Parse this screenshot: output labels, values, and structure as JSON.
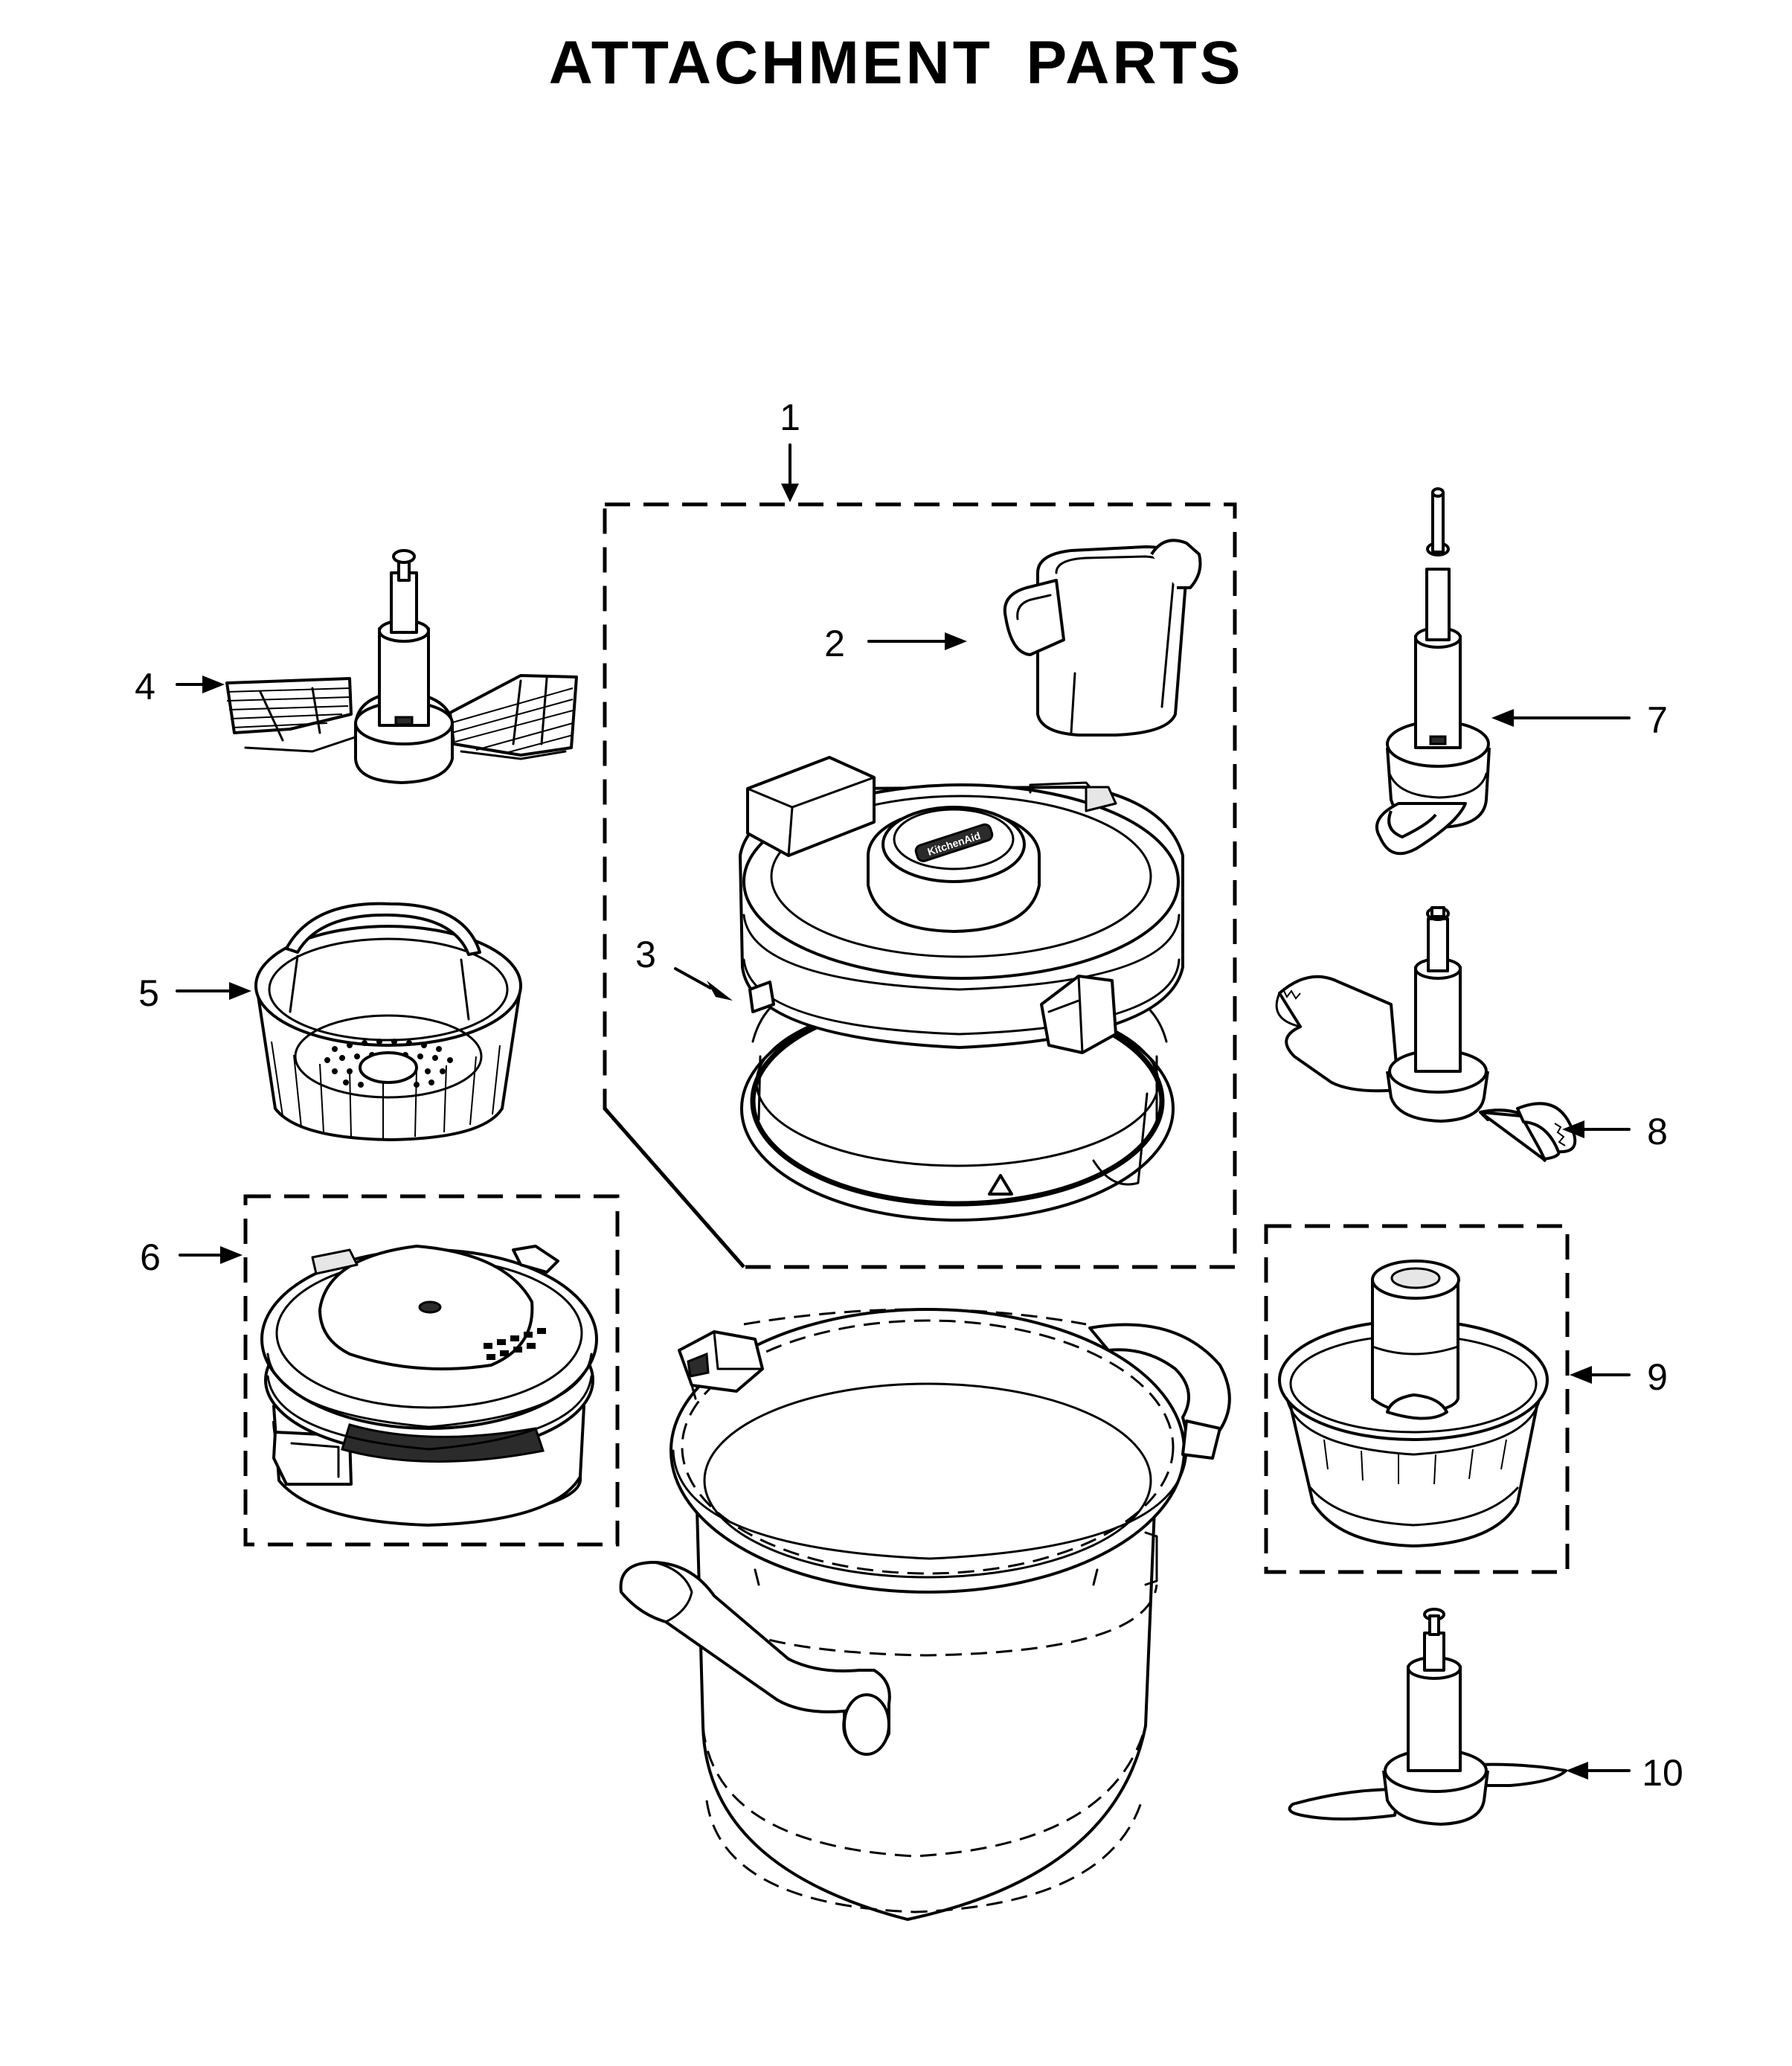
{
  "title": "ATTACHMENT PARTS",
  "callouts": [
    "1",
    "2",
    "3",
    "4",
    "5",
    "6",
    "7",
    "8",
    "9",
    "10"
  ],
  "lid_logo_text": "KitchenAid"
}
